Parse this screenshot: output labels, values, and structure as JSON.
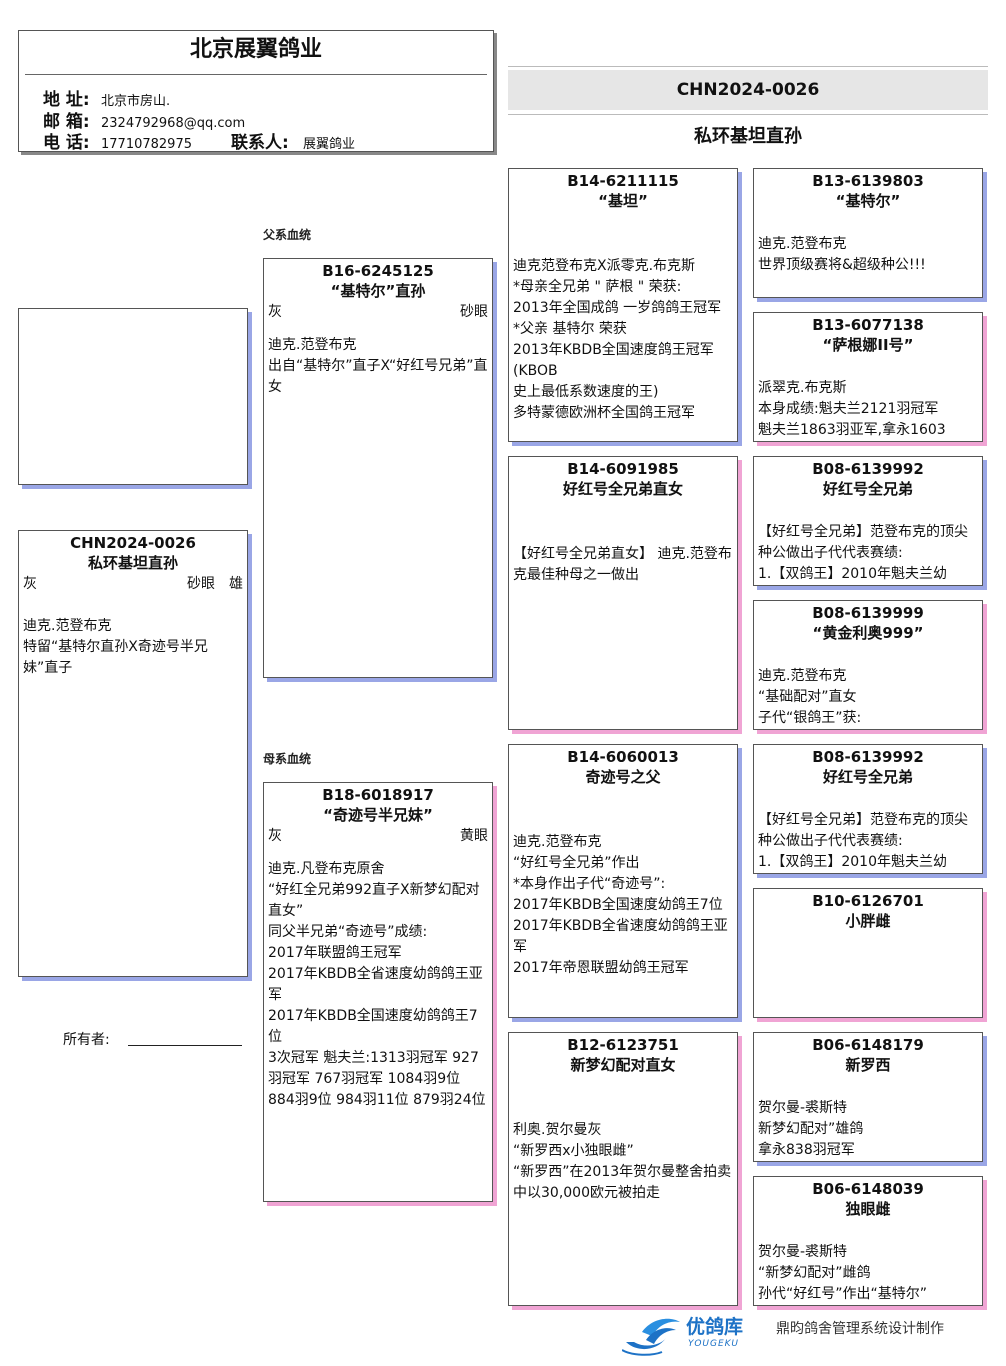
{
  "header": {
    "company": "北京展翼鸽业",
    "address_label": "地 址:",
    "address": "北京市房山.",
    "email_label": "邮 箱:",
    "email": "2324792968@qq.com",
    "phone_label": "电 话:",
    "phone": "17710782975",
    "contact_label": "联系人:",
    "contact": "展翼鸽业"
  },
  "title_block": {
    "ring": "CHN2024-0026",
    "name": "私环基坦直孙"
  },
  "labels": {
    "sire_line": "父系血统",
    "dam_line": "母系血统",
    "owner": "所有者:"
  },
  "subject": {
    "ring": "CHN2024-0026",
    "name": "私环基坦直孙",
    "color": "灰",
    "eye": "砂眼",
    "sex": "雄",
    "text": "迪克.范登布克\n特留“基特尔直孙X奇迹号半兄妹”直子"
  },
  "sire": {
    "ring": "B16-6245125",
    "name": "“基特尔”直孙",
    "color": "灰",
    "eye": "砂眼",
    "text": "迪克.范登布克\n出自“基特尔”直子X“好红号兄弟”直女"
  },
  "dam": {
    "ring": "B18-6018917",
    "name": "“奇迹号半兄妹”",
    "color": "灰",
    "eye": "黄眼",
    "text": "迪克.凡登布克原舍\n“好红全兄弟992直子X新梦幻配对直女”\n同父半兄弟“奇迹号”成绩:\n2017年联盟鸽王冠军\n2017年KBDB全省速度幼鸽鸽王亚军\n2017年KBDB全国速度幼鸽鸽王7位\n3次冠军   魁夫兰:1313羽冠军 927羽冠军  767羽冠军  1084羽9位\n884羽9位  984羽11位 879羽24位"
  },
  "gen3": {
    "ss": {
      "ring": "B14-6211115",
      "name": "“基坦”",
      "text": "迪克范登布克X派零克.布克斯\n*母亲全兄弟 \" 萨根 \" 荣获:\n2013年全国成鸽 一岁鸽鸽王冠军\n*父亲 基特尔 荣获\n2013年KBDB全国速度鸽王冠军(KBOB\n史上最低系数速度的王)\n多特蒙德欧洲杯全国鸽王冠军"
    },
    "sd": {
      "ring": "B14-6091985",
      "name": "好红号全兄弟直女",
      "text": "【好红号全兄弟直女】 迪克.范登布克最佳种母之一做出"
    },
    "ds": {
      "ring": "B14-6060013",
      "name": "奇迹号之父",
      "text": "迪克.范登布克\n“好红号全兄弟”作出\n*本身作出子代“奇迹号”:\n2017年KBDB全国速度幼鸽王7位2017年KBDB全省速度幼鸽鸽王亚军\n2017年帝恩联盟幼鸽王冠军"
    },
    "dd": {
      "ring": "B12-6123751",
      "name": "新梦幻配对直女",
      "text": "利奥.贺尔曼灰\n“新罗西x小独眼雌”\n“新罗西”在2013年贺尔曼整舍拍卖中以30,000欧元被拍走"
    }
  },
  "gen4": [
    {
      "ring": "B13-6139803",
      "name": "“基特尔”",
      "text": "迪克.范登布克\n世界顶级赛将&超级种公!!!"
    },
    {
      "ring": "B13-6077138",
      "name": "“萨根娜II号”",
      "text": "派翠克.布克斯\n本身成绩:魁夫兰2121羽冠军\n魁夫兰1863羽亚军,拿永1603"
    },
    {
      "ring": "B08-6139992",
      "name": "好红号全兄弟",
      "text": "【好红号全兄弟】范登布克的顶尖种公做出子代代表赛绩:\n1.【双鸽王】2010年魁夫兰幼"
    },
    {
      "ring": "B08-6139999",
      "name": "“黄金利奥999”",
      "text": "迪克.范登布克\n“基础配对”直女\n子代“银鸽王”获:"
    },
    {
      "ring": "B08-6139992",
      "name": "好红号全兄弟",
      "text": "【好红号全兄弟】范登布克的顶尖种公做出子代代表赛绩:\n1.【双鸽王】2010年魁夫兰幼"
    },
    {
      "ring": "B10-6126701",
      "name": "小胖雌",
      "text": ""
    },
    {
      "ring": "B06-6148179",
      "name": "新罗西",
      "text": "贺尔曼-裘斯特\n新梦幻配对”雄鸽\n拿永838羽冠军"
    },
    {
      "ring": "B06-6148039",
      "name": "独眼雌",
      "text": "贺尔曼-裘斯特\n“新梦幻配对”雌鸽\n孙代“好红号”作出“基特尔”"
    }
  ],
  "footer": {
    "logo_cn": "优鸽库",
    "logo_en": "YOUGEKU",
    "credit": "鼎昀鸽舍管理系统设计制作"
  },
  "colors": {
    "shadow_blue": "#9aa6e6",
    "shadow_pink": "#f0a4d4",
    "logo_blue": "#1d72c6"
  }
}
